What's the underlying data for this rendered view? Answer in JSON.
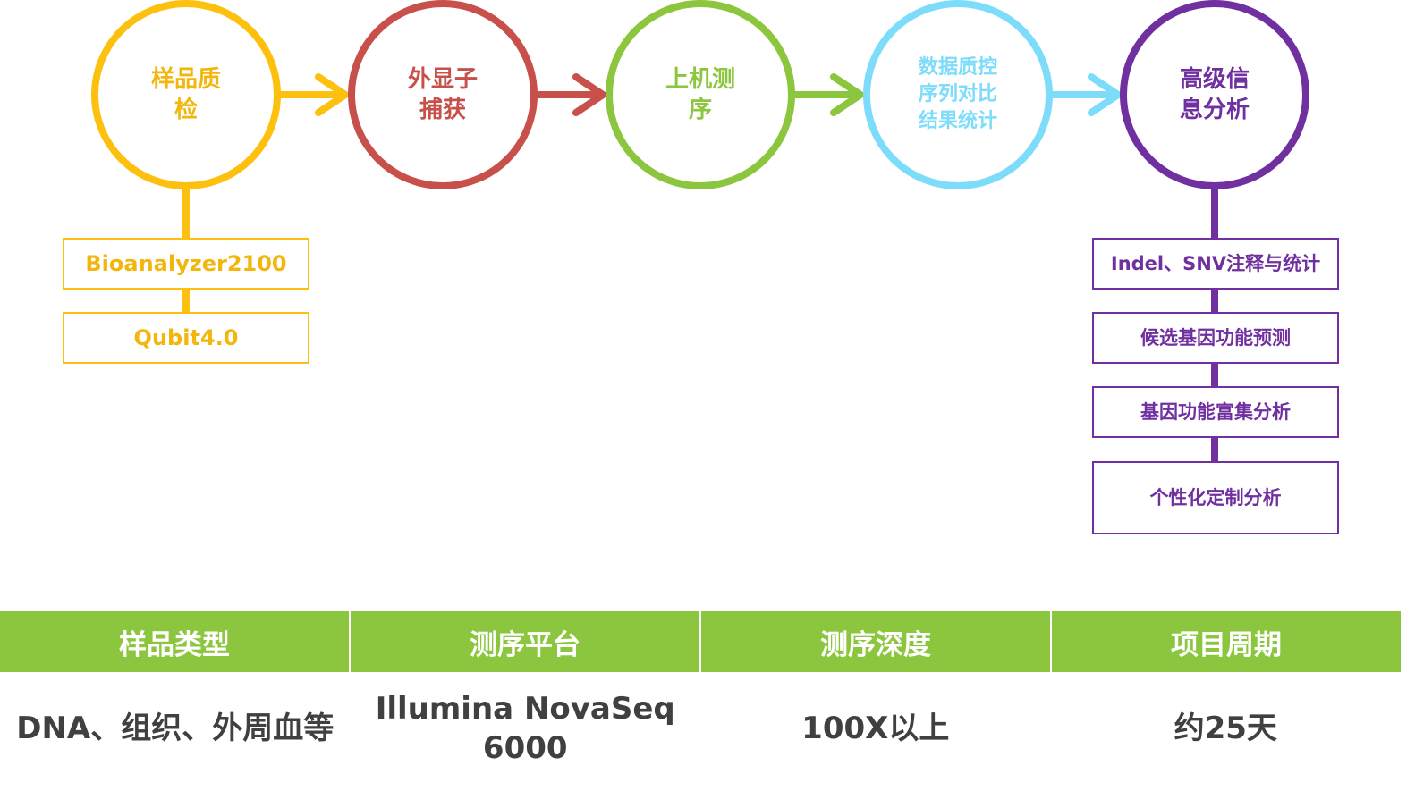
{
  "colors": {
    "yellow": "#fdc00f",
    "red": "#c8504b",
    "green": "#8cc63f",
    "cyan": "#7edcfb",
    "purple": "#7030a0",
    "table_header": "#8cc63f",
    "table_text": "#404040"
  },
  "steps": [
    {
      "label": "样品质\n检",
      "color": "#fdc00f",
      "text_color": "#f3b60d"
    },
    {
      "label": "外显子\n捕获",
      "color": "#c8504b",
      "text_color": "#c8504b"
    },
    {
      "label": "上机测\n序",
      "color": "#8cc63f",
      "text_color": "#8cc63f"
    },
    {
      "label": "数据质控\n序列对比\n结果统计",
      "color": "#7edcfb",
      "text_color": "#7edcfb"
    },
    {
      "label": "高级信\n息分析",
      "color": "#7030a0",
      "text_color": "#7030a0"
    }
  ],
  "qc_tools": [
    "Bioanalyzer2100",
    "Qubit4.0"
  ],
  "analysis_items": [
    "Indel、SNV注释与统计",
    "候选基因功能预测",
    "基因功能富集分析",
    "个性化定制分析"
  ],
  "table": {
    "headers": [
      "样品类型",
      "测序平台",
      "测序深度",
      "项目周期"
    ],
    "values": [
      "DNA、组织、外周血等",
      "Illumina NovaSeq 6000",
      "100X以上",
      "约25天"
    ]
  }
}
